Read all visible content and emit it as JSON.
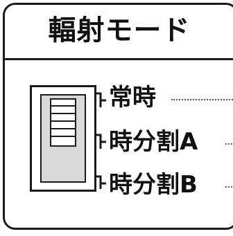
{
  "panel": {
    "title": "輻射モード"
  },
  "switch": {
    "type": "3-position slide switch",
    "selected_index": 0
  },
  "options": [
    {
      "label": "常時"
    },
    {
      "label": "時分割A"
    },
    {
      "label": "時分割B"
    }
  ]
}
